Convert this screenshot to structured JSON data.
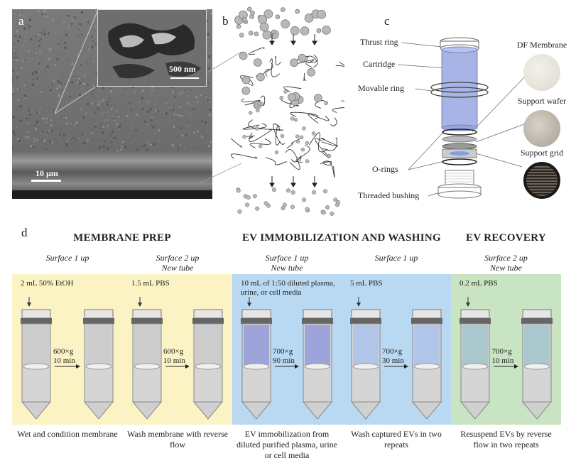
{
  "panel_a": {
    "letter": "a",
    "inset_scale": "500 nm",
    "main_scale": "10 µm"
  },
  "panel_b": {
    "letter": "b"
  },
  "panel_c": {
    "letter": "c",
    "labels": {
      "thrust_ring": "Thrust ring",
      "cartridge": "Cartridge",
      "movable_ring": "Movable ring",
      "o_rings": "O-rings",
      "threaded_bushing": "Threaded bushing",
      "df_membrane": "DF Membrane",
      "support_wafer": "Support wafer",
      "support_grid": "Support grid"
    }
  },
  "panel_d": {
    "letter": "d",
    "stages": {
      "membrane_prep": "MEMBRANE PREP",
      "ev_immobilization": "EV IMMOBILIZATION AND WASHING",
      "ev_recovery": "EV RECOVERY"
    },
    "steps": [
      {
        "surface": "Surface 1 up",
        "tube": "",
        "volume": "2 mL 50% EtOH",
        "speed": "600×g",
        "time": "10 min",
        "caption": "Wet and condition membrane",
        "bg": "#fbf3c4"
      },
      {
        "surface": "Surface 2 up",
        "tube": "New tube",
        "volume": "1.5 mL PBS",
        "speed": "600×g",
        "time": "10 min",
        "caption": "Wash membrane with reverse flow",
        "bg": "#fbf3c4"
      },
      {
        "surface": "Surface 1 up",
        "tube": "New tube",
        "volume": "10 mL of 1:50 diluted plasma, urine, or cell media",
        "speed": "700×g",
        "time": "90 min",
        "caption": "EV immobilization from diluted purified plasma, urine or cell media",
        "bg": "#b9d8f1"
      },
      {
        "surface": "Surface 1 up",
        "tube": "",
        "volume": "5 mL PBS",
        "speed": "700×g",
        "time": "30 min",
        "caption": "Wash captured EVs in two repeats",
        "bg": "#b9d8f1"
      },
      {
        "surface": "Surface 2 up",
        "tube": "New tube",
        "volume": "0.2 mL PBS",
        "speed": "700×g",
        "time": "10 min",
        "caption": "Resuspend EVs by reverse flow in two repeats",
        "bg": "#c8e4c2"
      }
    ]
  }
}
